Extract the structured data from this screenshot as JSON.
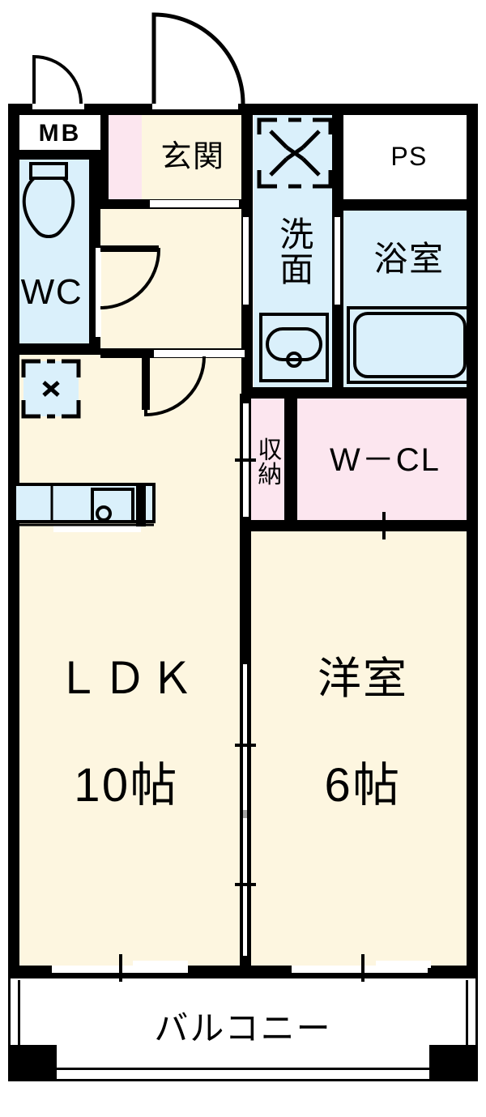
{
  "document": {
    "type": "floor-plan",
    "layout_name": "1LDK",
    "language": "ja"
  },
  "palette": {
    "wall": "#000000",
    "floor_cream": "#FDF6E0",
    "wet_area_blue": "#DAF0FB",
    "closet_pink": "#FCE6EF",
    "shaft_white": "#FFFFFF",
    "outline": "#000000"
  },
  "rooms": [
    {
      "key": "mb",
      "label": "MB",
      "fill": "#FFFFFF",
      "orientation": "horizontal"
    },
    {
      "key": "wc",
      "label": "WC",
      "fill": "#DAF0FB",
      "orientation": "horizontal"
    },
    {
      "key": "genkan",
      "label": "玄関",
      "fill": "#FDF6E0",
      "orientation": "horizontal"
    },
    {
      "key": "senmen",
      "label": "洗面",
      "fill": "#DAF0FB",
      "orientation": "vertical"
    },
    {
      "key": "ps",
      "label": "PS",
      "fill": "#FFFFFF",
      "orientation": "horizontal"
    },
    {
      "key": "yokushitsu",
      "label": "浴室",
      "fill": "#DAF0FB",
      "orientation": "horizontal"
    },
    {
      "key": "shuno",
      "label": "収納",
      "fill": "#FCE6EF",
      "orientation": "vertical"
    },
    {
      "key": "wcl",
      "label": "W－CL",
      "fill": "#FCE6EF",
      "orientation": "horizontal"
    },
    {
      "key": "ldk",
      "label": "ＬＤＫ",
      "size": "10帖",
      "fill": "#FDF6E0",
      "orientation": "horizontal"
    },
    {
      "key": "youshitsu",
      "label": "洋室",
      "size": "6帖",
      "fill": "#FDF6E0",
      "orientation": "horizontal"
    },
    {
      "key": "balcony",
      "label": "バルコニー",
      "fill": "#FFFFFF",
      "orientation": "horizontal"
    }
  ],
  "labels": {
    "mb": "MB",
    "wc": "WC",
    "genkan": "玄関",
    "senmen": "洗面",
    "ps": "PS",
    "yokushitsu": "浴室",
    "shuno": "収納",
    "wcl": "W－CL",
    "ldk_name": "ＬＤＫ",
    "ldk_size": "10帖",
    "youshitsu_name": "洋室",
    "youshitsu_size": "6帖",
    "balcony": "バルコニー"
  },
  "fixtures": [
    {
      "key": "toilet",
      "room": "wc",
      "icon": "toilet-icon"
    },
    {
      "key": "washing-machine",
      "room": "senmen",
      "icon": "washing-machine-icon"
    },
    {
      "key": "vanity-basin",
      "room": "senmen",
      "icon": "sink-basin-icon"
    },
    {
      "key": "bathtub",
      "room": "yokushitsu",
      "icon": "bathtub-icon"
    },
    {
      "key": "kitchen-counter",
      "room": "ldk",
      "icon": "kitchen-sink-icon"
    },
    {
      "key": "refrigerator",
      "room": "ldk",
      "icon": "refrigerator-space-icon"
    }
  ],
  "doors": [
    {
      "key": "entrance-door",
      "type": "swing",
      "room": "genkan"
    },
    {
      "key": "mb-door",
      "type": "swing",
      "room": "mb"
    },
    {
      "key": "wc-door",
      "type": "swing",
      "room": "wc"
    },
    {
      "key": "hall-door",
      "type": "swing",
      "room": "ldk"
    },
    {
      "key": "ldk-bedroom-door",
      "type": "sliding",
      "room": "youshitsu"
    },
    {
      "key": "ldk-balcony-window",
      "type": "sliding-window",
      "room": "ldk"
    },
    {
      "key": "bedroom-balcony-window",
      "type": "sliding-window",
      "room": "youshitsu"
    }
  ]
}
